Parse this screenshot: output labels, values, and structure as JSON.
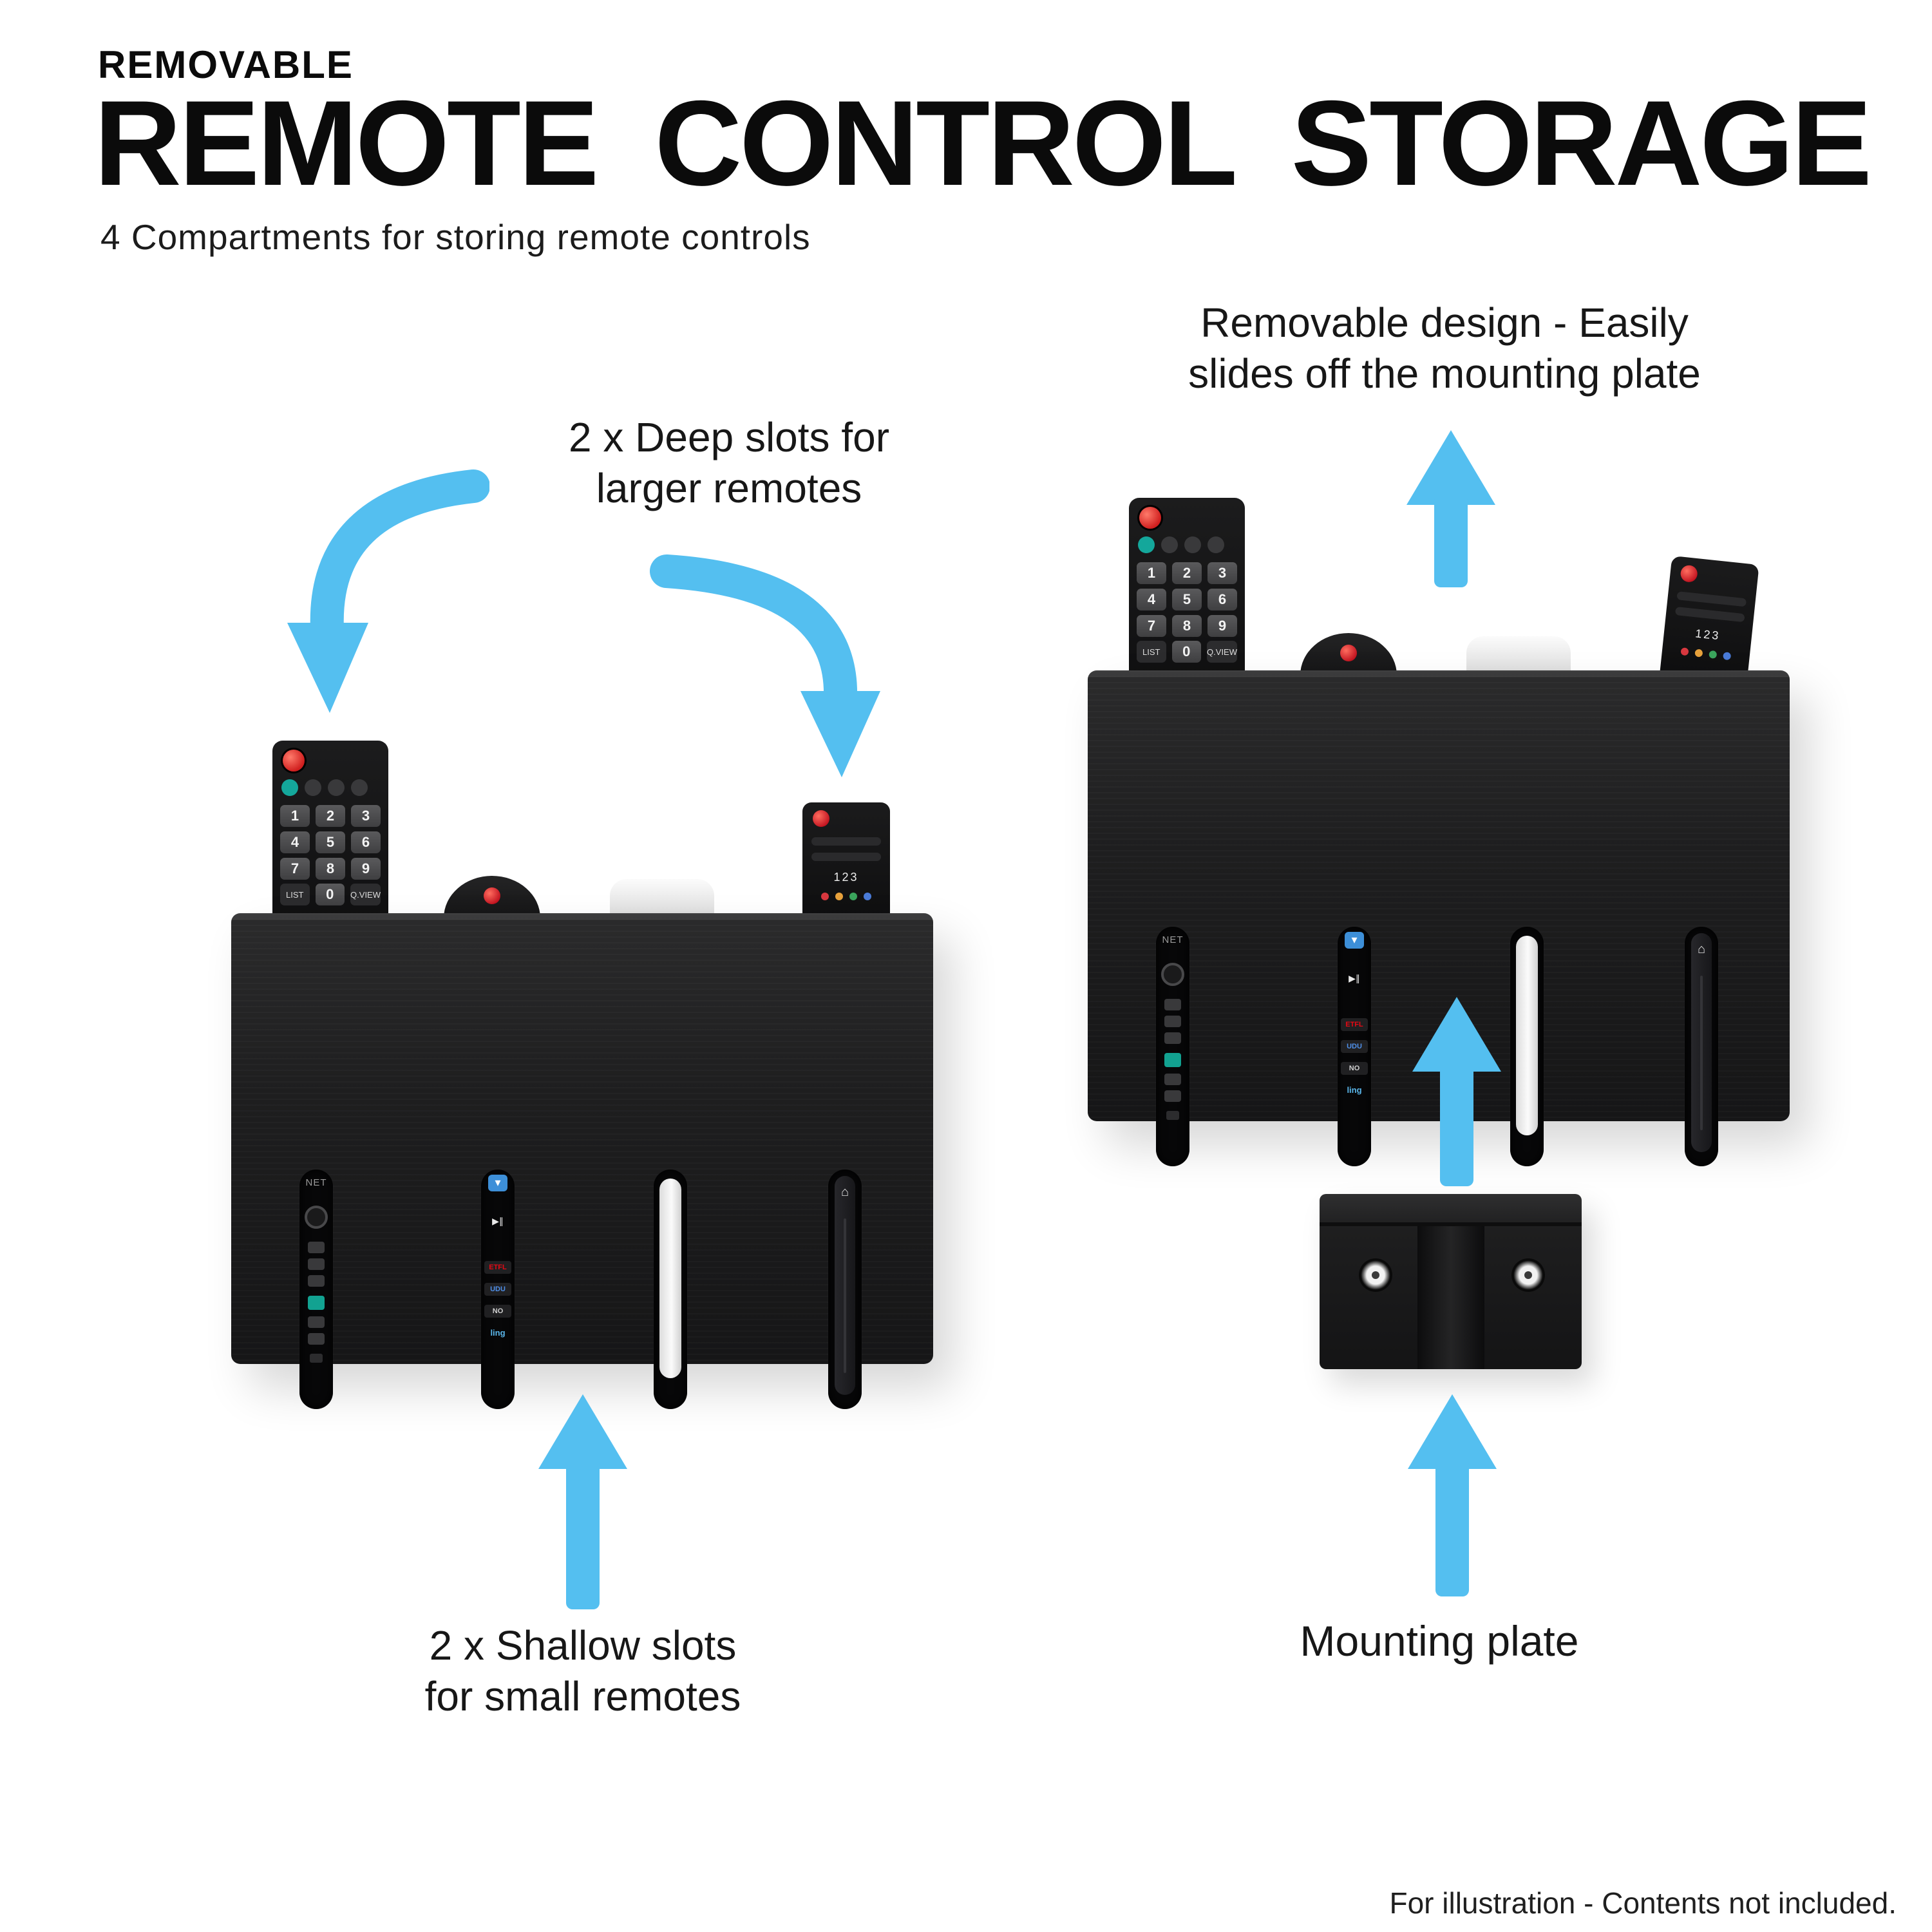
{
  "colors": {
    "arrow": "#54BFF0",
    "box": "#1C1C1D",
    "background": "#FFFFFF",
    "text": "#0B0B0B"
  },
  "header": {
    "kicker": "REMOVABLE",
    "title": "REMOTE CONTROL STORAGE",
    "subtitle": "4 Compartments for storing remote controls"
  },
  "callouts": {
    "deep": {
      "line1": "2 x Deep slots for",
      "line2": "larger remotes"
    },
    "shallow": {
      "line1": "2 x Shallow slots",
      "line2": "for small remotes"
    },
    "removable": {
      "line1": "Removable design - Easily",
      "line2": "slides off the mounting plate"
    },
    "mounting": "Mounting plate"
  },
  "footer": "For illustration - Contents  not included.",
  "remote": {
    "keys": [
      "1",
      "2",
      "3",
      "4",
      "5",
      "6",
      "7",
      "8",
      "9"
    ],
    "list_label": "LIST",
    "zero_label": "0",
    "qview_label": "Q.VIEW",
    "mini_label": "123",
    "slot1_label": "NET",
    "slot2": {
      "chevron": "▾",
      "play": "▶∥",
      "netflix": "ETFL",
      "vudu": "UDU",
      "now": "NO",
      "sling": "ling"
    },
    "home_glyph": "⌂"
  }
}
